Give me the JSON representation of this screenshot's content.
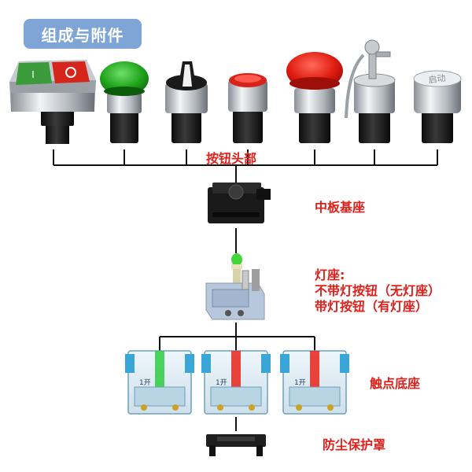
{
  "title": "组成与附件",
  "labels": {
    "button_head": "按钮头部",
    "middle_base": "中板基座",
    "lamp_base_title": "灯座:",
    "lamp_base_line1": "不带灯按钮（无灯座）",
    "lamp_base_line2": "带灯按钮（有灯座）",
    "contact_base": "触点底座",
    "dust_cover": "防尘保护罩"
  },
  "button_heads": [
    {
      "name": "dual-push-button",
      "top_text": [
        "I",
        "O"
      ]
    },
    {
      "name": "green-mushroom-button"
    },
    {
      "name": "selector-switch"
    },
    {
      "name": "red-flush-button"
    },
    {
      "name": "red-emergency-stop-button"
    },
    {
      "name": "key-switch"
    },
    {
      "name": "metal-start-button",
      "text": "启动"
    }
  ],
  "contact_blocks": [
    {
      "name": "contact-block-1",
      "led": "#2ecc40",
      "text": "1开"
    },
    {
      "name": "contact-block-2",
      "led": "#e8231a",
      "text": "1开"
    },
    {
      "name": "contact-block-3",
      "led": "#e8231a",
      "text": "1开"
    }
  ],
  "colors": {
    "accent_red": "#e0201a",
    "title_bg": "#7fa4d6",
    "line": "#111111"
  }
}
